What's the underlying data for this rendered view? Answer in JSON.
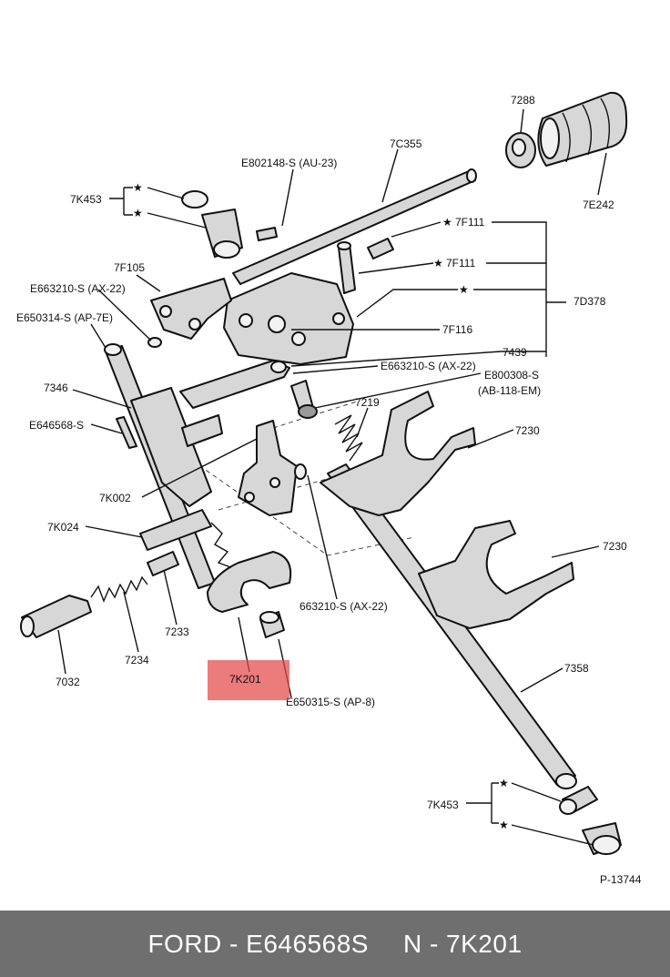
{
  "labels": {
    "l7288": "7288",
    "l7e242": "7E242",
    "l7c355": "7C355",
    "le802148": "E802148-S (AU-23)",
    "l7k453_top": "7K453",
    "l7f111_a": "7F111",
    "l7f111_b": "7F111",
    "l7f105": "7F105",
    "le663210_left": "E663210-S (AX-22)",
    "le650314": "E650314-S (AP-7E)",
    "l7d378": "7D378",
    "l7f116": "7F116",
    "l7439": "7439",
    "le663210_mid": "E663210-S (AX-22)",
    "le800308": "E800308-S",
    "lab118": "(AB-118-EM)",
    "l7346": "7346",
    "le646568": "E646568-S",
    "l7219": "7219",
    "l7230_top": "7230",
    "l7k002": "7K002",
    "l7k024": "7K024",
    "l7230_mid": "7230",
    "l663210": "663210-S (AX-22)",
    "l7233": "7233",
    "l7234": "7234",
    "l7032": "7032",
    "l7k201": "7K201",
    "le650315": "E650315-S (AP-8)",
    "l7358": "7358",
    "l7k453_bot": "7K453",
    "lp13744": "P-13744"
  },
  "stars": "★",
  "highlight_color": "#e44848",
  "footer": {
    "brand_part": "FORD - E646568S",
    "ref_part": "N - 7K201"
  }
}
